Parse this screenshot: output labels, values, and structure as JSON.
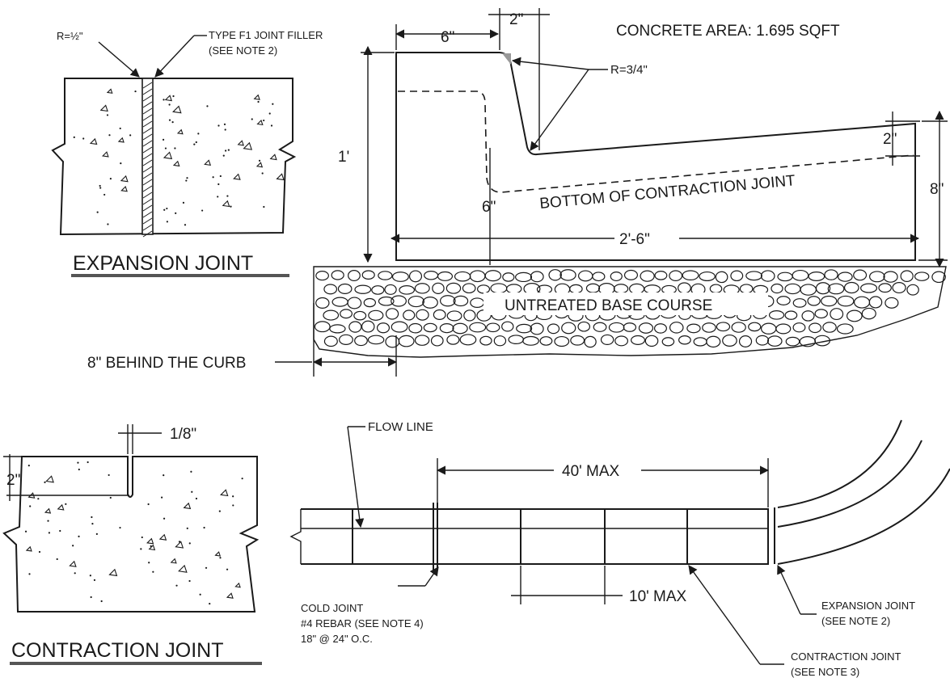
{
  "expansion_detail": {
    "title": "EXPANSION JOINT",
    "radius_label": "R=½\"",
    "filler_label": "TYPE F1 JOINT FILLER",
    "filler_note": "(SEE NOTE 2)"
  },
  "curb_section": {
    "area_label": "CONCRETE AREA: 1.695 SQFT",
    "dim_top_width": "6\"",
    "dim_top_gap": "2\"",
    "radius_label": "R=3/4\"",
    "dim_height": "1'",
    "dim_flange": "2\"",
    "dim_depth": "6\"",
    "dim_thickness": "8\"",
    "dim_width": "2'-6\"",
    "bottom_joint_label": "BOTTOM OF CONTRACTION JOINT",
    "base_label": "UNTREATED BASE COURSE",
    "behind_curb_label": "8\" BEHIND THE CURB"
  },
  "contraction_detail": {
    "title": "CONTRACTION JOINT",
    "dim_gap": "1/8\"",
    "dim_depth": "2\""
  },
  "plan_view": {
    "flow_line_label": "FLOW LINE",
    "dim_max_40": "40' MAX",
    "dim_max_10": "10' MAX",
    "cold_joint_line1": "COLD JOINT",
    "cold_joint_line2": "#4 REBAR (SEE NOTE 4)",
    "cold_joint_line3": "18\" @ 24\" O.C.",
    "expansion_label": "EXPANSION JOINT",
    "expansion_note": "(SEE NOTE 2)",
    "contraction_label": "CONTRACTION JOINT",
    "contraction_note": "(SEE NOTE 3)"
  }
}
